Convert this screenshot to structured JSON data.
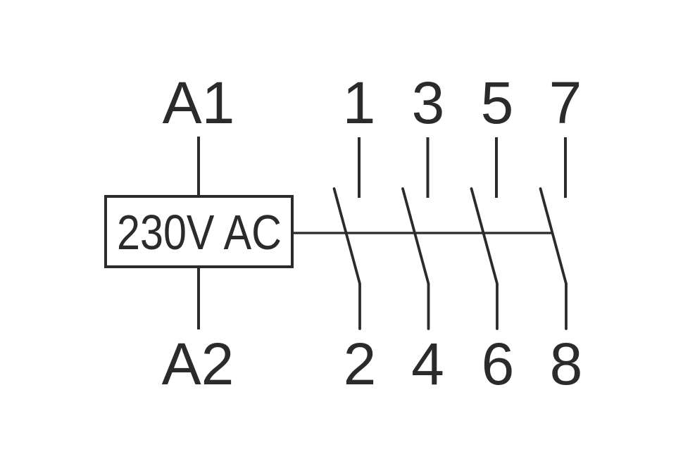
{
  "diagram": {
    "type": "contactor-schematic",
    "coil": {
      "top_terminal": "A1",
      "bottom_terminal": "A2",
      "label": "230V AC"
    },
    "contacts": [
      {
        "top_terminal": "1",
        "bottom_terminal": "2"
      },
      {
        "top_terminal": "3",
        "bottom_terminal": "4"
      },
      {
        "top_terminal": "5",
        "bottom_terminal": "6"
      },
      {
        "top_terminal": "7",
        "bottom_terminal": "8"
      }
    ],
    "colors": {
      "line": "#2b2b2b",
      "background": "#ffffff"
    }
  }
}
